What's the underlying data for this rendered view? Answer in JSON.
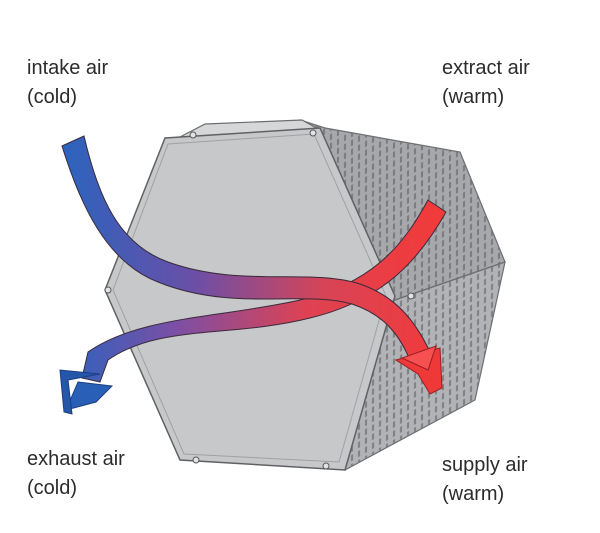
{
  "labels": {
    "intake": {
      "line1": "intake air",
      "line2": "(cold)"
    },
    "extract": {
      "line1": "extract air",
      "line2": "(warm)"
    },
    "exhaust": {
      "line1": "exhaust air",
      "line2": "(cold)"
    },
    "supply": {
      "line1": "supply air",
      "line2": "(warm)"
    }
  },
  "colors": {
    "cold": "#2a6cc4",
    "warm": "#ee3b3b",
    "housing_front": "#c9cacc",
    "housing_side": "#a9abad",
    "text": "#2b2b2b"
  },
  "icons": {
    "exchanger": "heat-exchanger-core-icon",
    "arrow_cold_to_warm": "intake-to-supply-arrow-icon",
    "arrow_warm_to_cold": "extract-to-exhaust-arrow-icon"
  }
}
